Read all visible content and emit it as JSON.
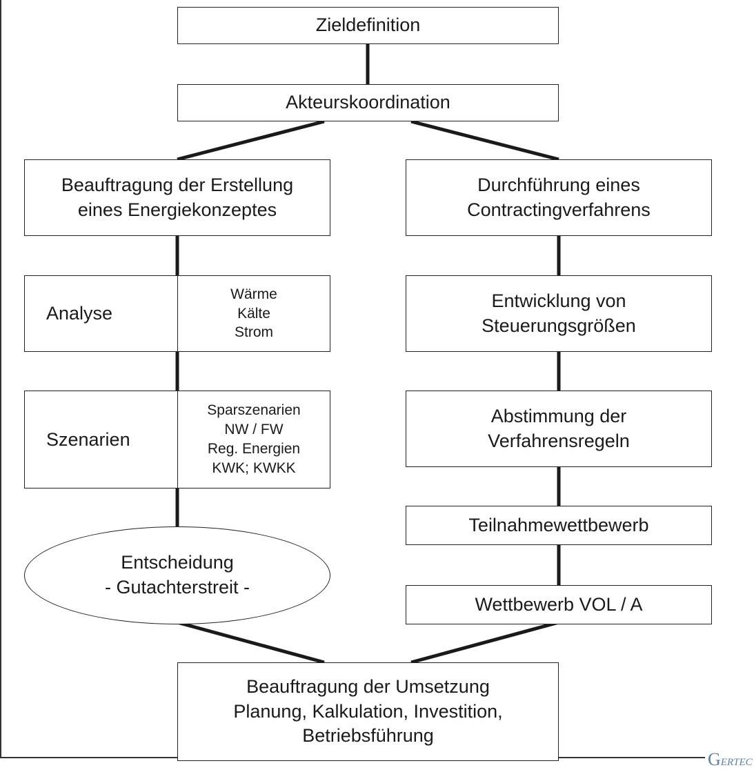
{
  "nodes": {
    "zieldefinition": "Zieldefinition",
    "akteurskoordination": "Akteurskoordination",
    "beauftragung_erstellung": [
      "Beauftragung der Erstellung",
      "eines Energiekonzeptes"
    ],
    "durchfuehrung": [
      "Durchführung eines",
      "Contractingverfahrens"
    ],
    "analyse": {
      "label": "Analyse",
      "items": [
        "Wärme",
        "Kälte",
        "Strom"
      ]
    },
    "szenarien": {
      "label": "Szenarien",
      "items": [
        "Sparszenarien",
        "NW / FW",
        "Reg. Energien",
        "KWK; KWKK"
      ]
    },
    "entwicklung": [
      "Entwicklung von",
      "Steuerungsgrößen"
    ],
    "abstimmung": [
      "Abstimmung der",
      "Verfahrensregeln"
    ],
    "teilnahmewettbewerb": "Teilnahmewettbewerb",
    "wettbewerb": "Wettbewerb VOL / A",
    "entscheidung": [
      "Entscheidung",
      "- Gutachterstreit -"
    ],
    "beauftragung_umsetzung": [
      "Beauftragung der Umsetzung",
      "Planung, Kalkulation, Investition,",
      "Betriebsführung"
    ]
  },
  "logo": {
    "initial": "G",
    "rest": "ERTEC"
  },
  "colors": {
    "line": "#1a1a1a",
    "logo": "#5b7fa6"
  }
}
